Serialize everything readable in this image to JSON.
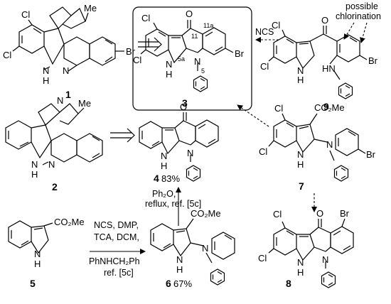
{
  "compounds": {
    "c1": {
      "number": "1",
      "atoms": {
        "cl_top": "Cl",
        "cl_left": "Cl",
        "nh": "N",
        "h": "H",
        "n": "N",
        "br": "Br",
        "me": "Me"
      }
    },
    "c2": {
      "number": "2",
      "atoms": {
        "n_top": "N",
        "me": "Me",
        "nh": "N",
        "h": "H",
        "n": "N"
      }
    },
    "c3": {
      "number": "3",
      "atoms": {
        "cl_top": "Cl",
        "cl_left": "Cl",
        "o": "O",
        "c11": "11",
        "c11a": "11a",
        "c5a": "5a",
        "n5": "N",
        "num5": "5",
        "nh": "N",
        "h": "H",
        "br": "Br"
      }
    },
    "c4": {
      "number": "4",
      "yield": "83%",
      "atoms": {
        "o": "O",
        "nh": "N",
        "h": "H",
        "n": "N"
      }
    },
    "c5": {
      "number": "5",
      "atoms": {
        "ester": "CO₂Me",
        "nh": "N",
        "h": "H"
      }
    },
    "c6": {
      "number": "6",
      "yield": "67%",
      "atoms": {
        "ester": "CO₂Me",
        "nh": "N",
        "h": "H",
        "n": "N"
      }
    },
    "c7": {
      "number": "7",
      "atoms": {
        "cl_top": "Cl",
        "cl_bottom": "Cl",
        "ester": "CO₂Me",
        "nh": "N",
        "h": "H",
        "n": "N",
        "br": "Br"
      }
    },
    "c8": {
      "number": "8",
      "atoms": {
        "cl_top": "Cl",
        "cl_left": "Cl",
        "o": "O",
        "br": "Br",
        "nh": "N",
        "h": "H",
        "n": "N"
      }
    },
    "c9": {
      "number": "9",
      "atoms": {
        "cl_top": "Cl",
        "cl_bottom": "Cl",
        "o": "O",
        "nh": "N",
        "h": "H",
        "hn": "HN",
        "br": "Br"
      }
    }
  },
  "reagents": {
    "ncs_arrow": "NCS",
    "ph2o_line1": "Ph₂O,",
    "ph2o_line2": "reflux, ref. [5c]",
    "coupling_line1": "NCS, DMP,",
    "coupling_line2": "TCA, DCM,",
    "coupling_line3": "PhNHCH₂Ph",
    "coupling_line4": "ref. [5c]"
  },
  "annotations": {
    "possible_line1": "possible",
    "possible_line2": "chlorination"
  }
}
